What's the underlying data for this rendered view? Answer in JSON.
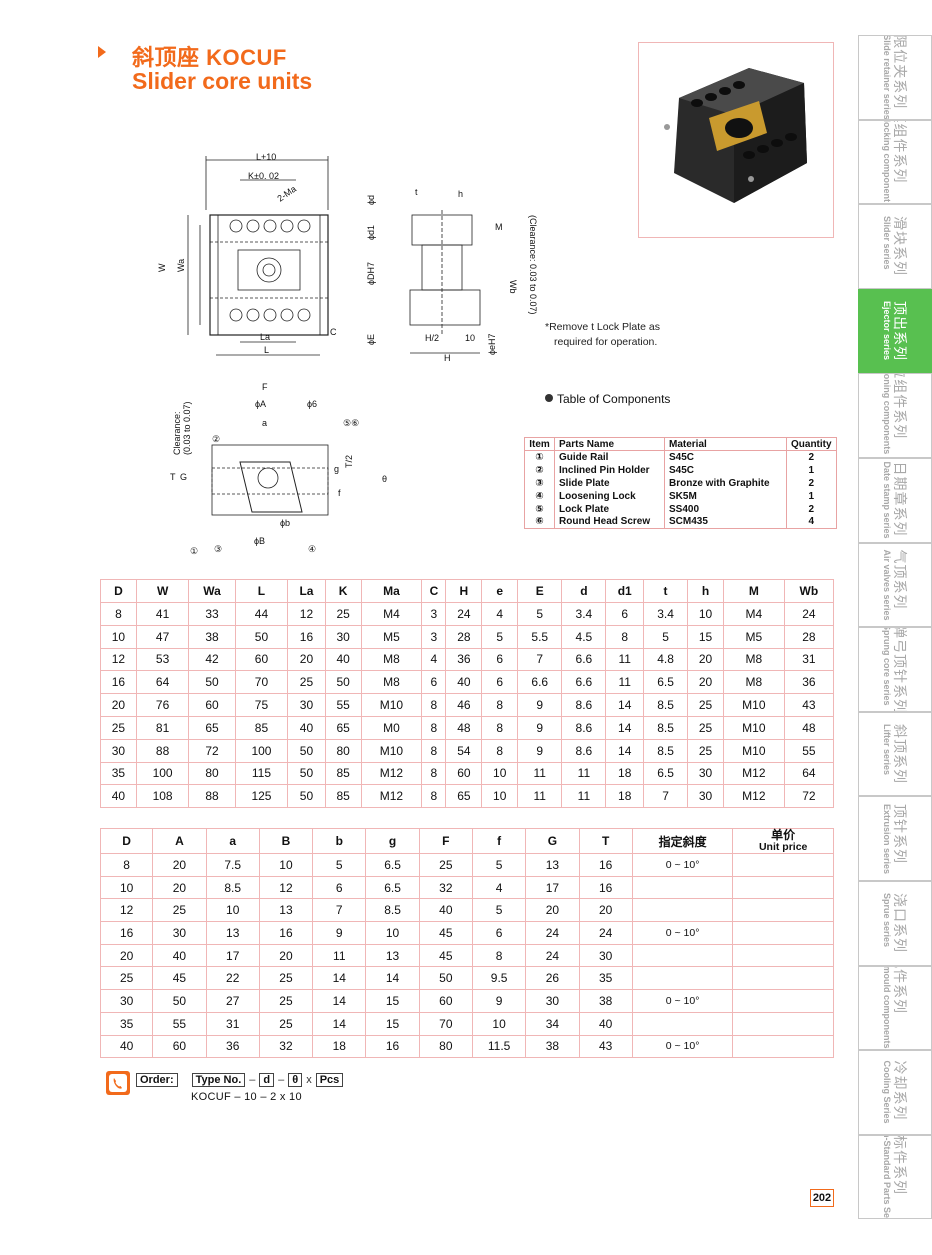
{
  "header": {
    "title_cn": "斜顶座 KOCUF",
    "title_en": "Slider core units"
  },
  "note": {
    "line1": "*Remove t Lock Plate as",
    "line2": "required for operation."
  },
  "drawing_labels": {
    "top_view": {
      "l10": "L+10",
      "k": "K±0. 02",
      "ma": "2-Ma",
      "w": "W",
      "wa": "Wa",
      "la": "La",
      "l": "L",
      "c": "C"
    },
    "side_view": {
      "t": "t",
      "h": "h",
      "d": "ϕd",
      "d1": "ϕd1",
      "m": "M",
      "dh7": "ϕDH7",
      "wb": "Wb",
      "clearance": "(Clearance: 0.03 to 0.07)",
      "e": "ϕE",
      "h2": "H/2",
      "ten": "10",
      "eh7": "ϕeH7",
      "hh": "H"
    },
    "section_view": {
      "f": "F",
      "a_dia": "ϕA",
      "phi6": "ϕ6",
      "a": "a",
      "n56": "⑤⑥",
      "n2": "②",
      "clearance": "Clearance:",
      "clearance2": "(0.03 to 0.07)",
      "t": "T",
      "g": "G",
      "gs": "g",
      "t2": "T/2",
      "f_small": "f",
      "theta": "θ",
      "b": "ϕb",
      "bb": "ϕB",
      "n1": "①",
      "n3": "③",
      "n4": "④"
    }
  },
  "components": {
    "title": "Table of Components",
    "headers": [
      "Item",
      "Parts Name",
      "Material",
      "Quantity"
    ],
    "rows": [
      [
        "①",
        "Guide Rail",
        "S45C",
        "2"
      ],
      [
        "②",
        "Inclined Pin Holder",
        "S45C",
        "1"
      ],
      [
        "③",
        "Slide Plate",
        "Bronze with Graphite",
        "2"
      ],
      [
        "④",
        "Loosening Lock",
        "SK5M",
        "1"
      ],
      [
        "⑤",
        "Lock Plate",
        "SS400",
        "2"
      ],
      [
        "⑥",
        "Round Head Screw",
        "SCM435",
        "4"
      ]
    ]
  },
  "table1": {
    "headers": [
      "D",
      "W",
      "Wa",
      "L",
      "La",
      "K",
      "Ma",
      "C",
      "H",
      "e",
      "E",
      "d",
      "d1",
      "t",
      "h",
      "M",
      "Wb"
    ],
    "rows": [
      [
        "8",
        "41",
        "33",
        "44",
        "12",
        "25",
        "M4",
        "3",
        "24",
        "4",
        "5",
        "3.4",
        "6",
        "3.4",
        "10",
        "M4",
        "24"
      ],
      [
        "10",
        "47",
        "38",
        "50",
        "16",
        "30",
        "M5",
        "3",
        "28",
        "5",
        "5.5",
        "4.5",
        "8",
        "5",
        "15",
        "M5",
        "28"
      ],
      [
        "12",
        "53",
        "42",
        "60",
        "20",
        "40",
        "M8",
        "4",
        "36",
        "6",
        "7",
        "6.6",
        "11",
        "4.8",
        "20",
        "M8",
        "31"
      ],
      [
        "16",
        "64",
        "50",
        "70",
        "25",
        "50",
        "M8",
        "6",
        "40",
        "6",
        "6.6",
        "6.6",
        "11",
        "6.5",
        "20",
        "M8",
        "36"
      ],
      [
        "20",
        "76",
        "60",
        "75",
        "30",
        "55",
        "M10",
        "8",
        "46",
        "8",
        "9",
        "8.6",
        "14",
        "8.5",
        "25",
        "M10",
        "43"
      ],
      [
        "25",
        "81",
        "65",
        "85",
        "40",
        "65",
        "M0",
        "8",
        "48",
        "8",
        "9",
        "8.6",
        "14",
        "8.5",
        "25",
        "M10",
        "48"
      ],
      [
        "30",
        "88",
        "72",
        "100",
        "50",
        "80",
        "M10",
        "8",
        "54",
        "8",
        "9",
        "8.6",
        "14",
        "8.5",
        "25",
        "M10",
        "55"
      ],
      [
        "35",
        "100",
        "80",
        "115",
        "50",
        "85",
        "M12",
        "8",
        "60",
        "10",
        "11",
        "11",
        "18",
        "6.5",
        "30",
        "M12",
        "64"
      ],
      [
        "40",
        "108",
        "88",
        "125",
        "50",
        "85",
        "M12",
        "8",
        "65",
        "10",
        "11",
        "11",
        "18",
        "7",
        "30",
        "M12",
        "72"
      ]
    ]
  },
  "table2": {
    "headers": [
      "D",
      "A",
      "a",
      "B",
      "b",
      "g",
      "F",
      "f",
      "G",
      "T",
      "指定斜度"
    ],
    "unit_price_cn": "单价",
    "unit_price_en": "Unit price",
    "rows": [
      [
        "8",
        "20",
        "7.5",
        "10",
        "5",
        "6.5",
        "25",
        "5",
        "13",
        "16",
        "0 ~ 10°",
        ""
      ],
      [
        "10",
        "20",
        "8.5",
        "12",
        "6",
        "6.5",
        "32",
        "4",
        "17",
        "16",
        "",
        ""
      ],
      [
        "12",
        "25",
        "10",
        "13",
        "7",
        "8.5",
        "40",
        "5",
        "20",
        "20",
        "",
        ""
      ],
      [
        "16",
        "30",
        "13",
        "16",
        "9",
        "10",
        "45",
        "6",
        "24",
        "24",
        "0 ~ 10°",
        ""
      ],
      [
        "20",
        "40",
        "17",
        "20",
        "11",
        "13",
        "45",
        "8",
        "24",
        "30",
        "",
        ""
      ],
      [
        "25",
        "45",
        "22",
        "25",
        "14",
        "14",
        "50",
        "9.5",
        "26",
        "35",
        "",
        ""
      ],
      [
        "30",
        "50",
        "27",
        "25",
        "14",
        "15",
        "60",
        "9",
        "30",
        "38",
        "0 ~ 10°",
        ""
      ],
      [
        "35",
        "55",
        "31",
        "25",
        "14",
        "15",
        "70",
        "10",
        "34",
        "40",
        "",
        ""
      ],
      [
        "40",
        "60",
        "36",
        "32",
        "18",
        "16",
        "80",
        "11.5",
        "38",
        "43",
        "0 ~ 10°",
        ""
      ]
    ]
  },
  "order": {
    "label": "Order:",
    "type_no": "Type No.",
    "d": "d",
    "theta": "θ",
    "x": "x",
    "pcs": "Pcs",
    "dash": "–",
    "example": "KOCUF  –  10  –  2   x   10"
  },
  "sidebar": [
    {
      "cn": "限位夹系列",
      "en": "Slide retainer series",
      "active": false
    },
    {
      "cn": "锁模组件系列",
      "en": "Mode locking component series",
      "active": false
    },
    {
      "cn": "滑块系列",
      "en": "Slider series",
      "active": false
    },
    {
      "cn": "顶出系列",
      "en": "Ejector series",
      "active": true
    },
    {
      "cn": "定位组件系列",
      "en": "Positioning components series",
      "active": false
    },
    {
      "cn": "日期章系列",
      "en": "Date stamp series",
      "active": false
    },
    {
      "cn": "气顶系列",
      "en": "Air valves series",
      "active": false
    },
    {
      "cn": "弹弓顶针系列",
      "en": "Sprung core series",
      "active": false
    },
    {
      "cn": "斜顶系列",
      "en": "Lifter series",
      "active": false
    },
    {
      "cn": "顶针系列",
      "en": "Extrusion series",
      "active": false
    },
    {
      "cn": "浇口系列",
      "en": "Sprue series",
      "active": false
    },
    {
      "cn": "小配件系列",
      "en": "Samll mould components series",
      "active": false
    },
    {
      "cn": "冷却系列",
      "en": "Cooling Series",
      "active": false
    },
    {
      "cn": "非标件系列",
      "en": "Non-Standard Parts Series",
      "active": false
    }
  ],
  "page_number": "202",
  "colors": {
    "accent": "#f26a1b",
    "active_tab": "#58c050",
    "table_border": "#f0b6b6"
  }
}
